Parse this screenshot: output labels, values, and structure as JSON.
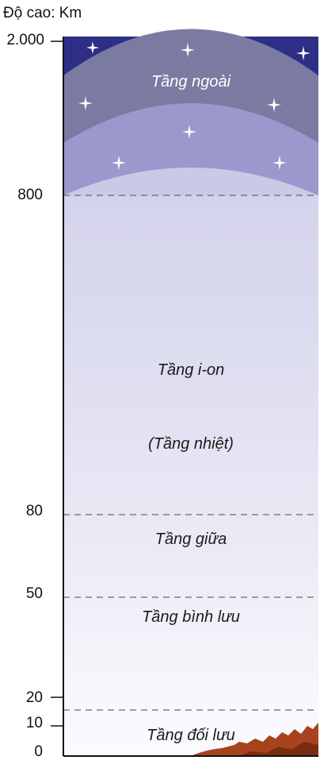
{
  "axis": {
    "title": "Độ cao: Km",
    "ticks": [
      {
        "label": "2.000",
        "value": 2000
      },
      {
        "label": "800",
        "value": 800
      },
      {
        "label": "80",
        "value": 80
      },
      {
        "label": "50",
        "value": 50
      },
      {
        "label": "20",
        "value": 20
      },
      {
        "label": "10",
        "value": 10
      },
      {
        "label": "0",
        "value": 0
      }
    ]
  },
  "layers": [
    {
      "name": "Tầng ngoài",
      "from_km": 800,
      "to_km": 2000
    },
    {
      "name": "Tầng i-on",
      "subtitle": "(Tầng nhiệt)",
      "from_km": 80,
      "to_km": 800
    },
    {
      "name": "Tầng giữa",
      "from_km": 50,
      "to_km": 80
    },
    {
      "name": "Tầng bình lưu",
      "from_km": 20,
      "to_km": 50
    },
    {
      "name": "Tầng đối lưu",
      "from_km": 0,
      "to_km": 20
    }
  ],
  "colors": {
    "space": "#2d2f86",
    "exosphere_outer": "#7b7ba2",
    "exosphere_inner": "#9b98ce",
    "ionosphere_top": "#cac9e6",
    "ground": "#a8431e",
    "boundary": "#6a6a6a"
  }
}
